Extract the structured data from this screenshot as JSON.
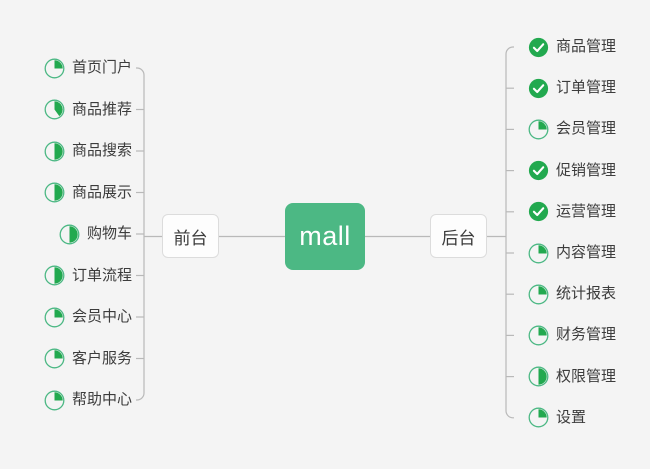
{
  "diagram": {
    "title": "mall",
    "background_color": "#f4f4f4",
    "accent_color": "#4cb884",
    "check_color": "#22a94f",
    "line_color": "#b9b9b9",
    "root": {
      "label": "mall",
      "text_color": "#ffffff",
      "fill": "#4cb884"
    },
    "branches": [
      {
        "label": "前台",
        "side": "left"
      },
      {
        "label": "后台",
        "side": "right"
      }
    ]
  },
  "left_items": [
    {
      "label": "首页门户",
      "icon": "pie-progress-icon",
      "progress": 25,
      "state": "in-progress"
    },
    {
      "label": "商品推荐",
      "icon": "pie-progress-icon",
      "progress": 40,
      "state": "in-progress"
    },
    {
      "label": "商品搜索",
      "icon": "pie-progress-icon",
      "progress": 50,
      "state": "in-progress"
    },
    {
      "label": "商品展示",
      "icon": "pie-progress-icon",
      "progress": 50,
      "state": "in-progress"
    },
    {
      "label": "购物车",
      "icon": "pie-progress-icon",
      "progress": 50,
      "state": "in-progress"
    },
    {
      "label": "订单流程",
      "icon": "pie-progress-icon",
      "progress": 50,
      "state": "in-progress"
    },
    {
      "label": "会员中心",
      "icon": "pie-progress-icon",
      "progress": 25,
      "state": "in-progress"
    },
    {
      "label": "客户服务",
      "icon": "pie-progress-icon",
      "progress": 25,
      "state": "in-progress"
    },
    {
      "label": "帮助中心",
      "icon": "pie-progress-icon",
      "progress": 25,
      "state": "in-progress"
    }
  ],
  "right_items": [
    {
      "label": "商品管理",
      "icon": "check-circle-icon",
      "progress": 100,
      "state": "complete"
    },
    {
      "label": "订单管理",
      "icon": "check-circle-icon",
      "progress": 100,
      "state": "complete"
    },
    {
      "label": "会员管理",
      "icon": "pie-progress-icon",
      "progress": 25,
      "state": "in-progress"
    },
    {
      "label": "促销管理",
      "icon": "check-circle-icon",
      "progress": 100,
      "state": "complete"
    },
    {
      "label": "运营管理",
      "icon": "check-circle-icon",
      "progress": 100,
      "state": "complete"
    },
    {
      "label": "内容管理",
      "icon": "pie-progress-icon",
      "progress": 25,
      "state": "in-progress"
    },
    {
      "label": "统计报表",
      "icon": "pie-progress-icon",
      "progress": 25,
      "state": "in-progress"
    },
    {
      "label": "财务管理",
      "icon": "pie-progress-icon",
      "progress": 25,
      "state": "in-progress"
    },
    {
      "label": "权限管理",
      "icon": "pie-progress-icon",
      "progress": 50,
      "state": "in-progress"
    },
    {
      "label": "设置",
      "icon": "pie-progress-icon",
      "progress": 25,
      "state": "in-progress"
    }
  ]
}
